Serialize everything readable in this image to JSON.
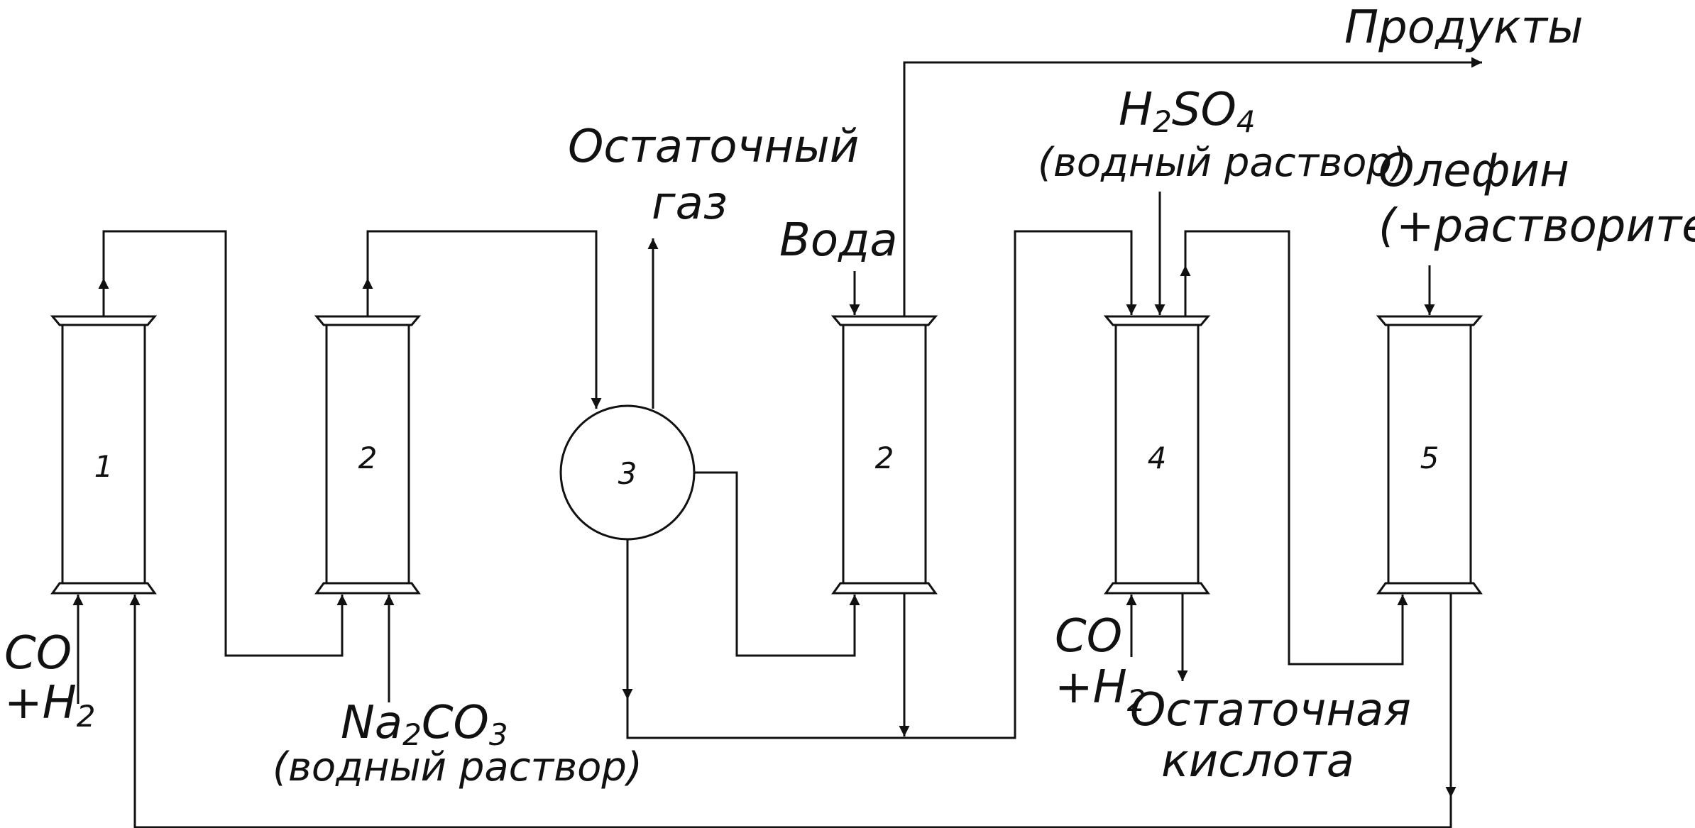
{
  "equipment": {
    "col1": "1",
    "col2a": "2",
    "sep3": "3",
    "col2b": "2",
    "col4": "4",
    "col5": "5"
  },
  "streams": {
    "co": "CO",
    "h2_prefix": "+H",
    "h2_sub": "2",
    "na2co3": {
      "na": "Na",
      "sub2": "2",
      "co": "CO",
      "sub3": "3"
    },
    "aqueous": "(водный раствор)",
    "residual_gas_1": "Остаточный",
    "residual_gas_2": "газ",
    "water": "Вода",
    "products": "Продукты",
    "h2so4": {
      "h": "H",
      "sub2": "2",
      "so": "SO",
      "sub4": "4"
    },
    "olefin_1": "Олефин",
    "olefin_2": "(+растворитель)",
    "residual_acid_1": "Остаточная",
    "residual_acid_2": "кислота"
  }
}
